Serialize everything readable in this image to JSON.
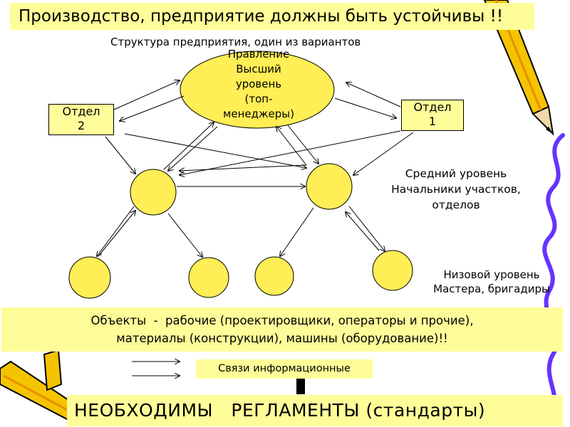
{
  "title": "Производство, предприятие должны быть устойчивы !!",
  "subtitle": "Структура предприятия, один из вариантов",
  "top_level": {
    "lines": [
      "Правление",
      "Высший",
      "уровень",
      "(топ-",
      "менеджеры)"
    ]
  },
  "departments": {
    "left": {
      "line1": "Отдел",
      "line2": "2"
    },
    "right": {
      "line1": "Отдел",
      "line2": "1"
    }
  },
  "middle_level": {
    "line1": "Средний уровень",
    "line2": "Начальники участков,",
    "line3": "отделов"
  },
  "lower_level": {
    "line1": "Низовой уровень",
    "line2": "Мастера, бригадиры"
  },
  "objects": {
    "line1": "Объекты  -  рабочие (проектировщики, операторы и прочие),",
    "line2": "материалы (конструкции), машины (оборудование)!!"
  },
  "legend": {
    "label": "Связи информационные"
  },
  "footer": "НЕОБХОДИМЫ   РЕГЛАМЕНТЫ (стандарты)",
  "colors": {
    "box_fill": "#fffd99",
    "node_fill": "#ffee55",
    "pencil_yellow": "#f5c400",
    "pencil_orange": "#e89000",
    "squiggle": "#6633ff"
  }
}
